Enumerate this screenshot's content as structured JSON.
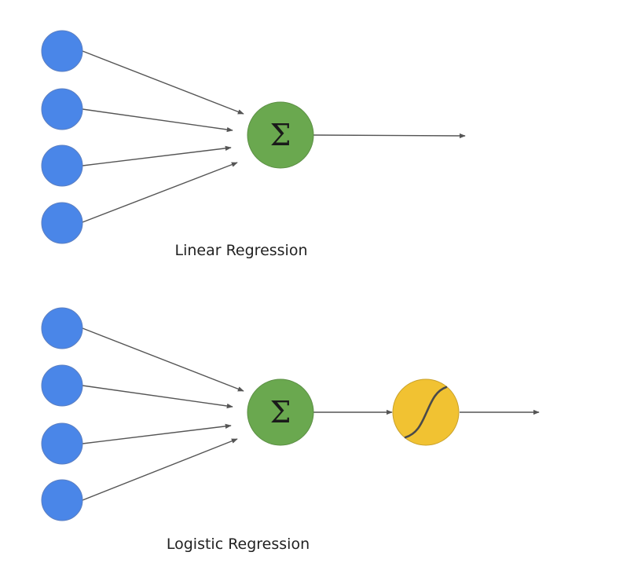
{
  "colors": {
    "input_node": "#4a86e8",
    "sum_node": "#6aa84f",
    "activation_node": "#f1c232",
    "edge": "#555555"
  },
  "diagrams": [
    {
      "id": "linear",
      "caption": "Linear Regression",
      "input_count": 4,
      "sum_symbol": "Σ",
      "has_activation": false,
      "activation_icon": null
    },
    {
      "id": "logistic",
      "caption": "Logistic Regression",
      "input_count": 4,
      "sum_symbol": "Σ",
      "has_activation": true,
      "activation_icon": "sigmoid-icon"
    }
  ]
}
